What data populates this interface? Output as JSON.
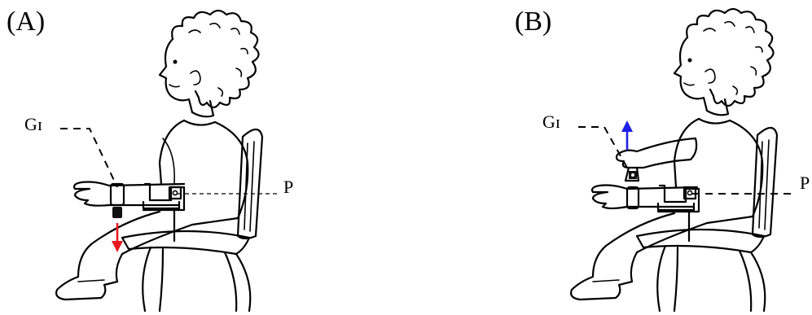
{
  "panels": [
    {
      "label": "(A)",
      "sensor_label": "Gɪ",
      "pivot_label": "P",
      "arrow_direction": "down",
      "arrow_color": "#e8191f"
    },
    {
      "label": "(B)",
      "sensor_label": "Gɪ",
      "pivot_label": "P",
      "arrow_direction": "up",
      "arrow_color": "#1f1fe8"
    }
  ]
}
